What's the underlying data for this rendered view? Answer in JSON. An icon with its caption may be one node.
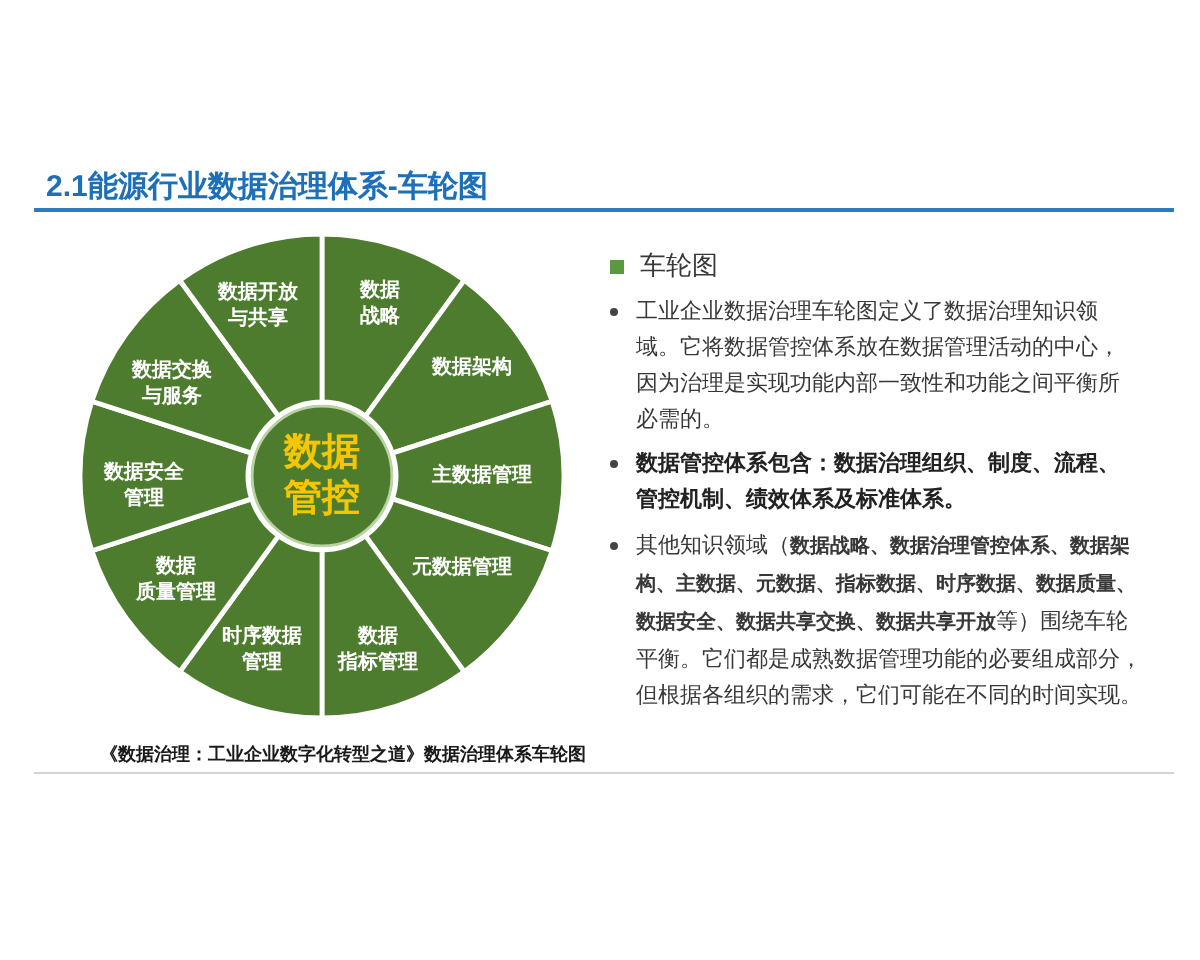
{
  "diagram": {
    "title": "2.1能源行业数据治理体系-车轮图",
    "caption": "《数据治理：工业企业数字化转型之道》数据治理体系车轮图",
    "nodes": [
      {
        "text": [
          "数据管控"
        ]
      },
      {
        "text": [
          "数据战略"
        ]
      },
      {
        "text": [
          "数据架构"
        ]
      },
      {
        "text": [
          "主数据管理"
        ]
      },
      {
        "text": [
          "元数据管理"
        ]
      },
      {
        "text": [
          "数据指标管理"
        ]
      },
      {
        "text": [
          "时序数据管理"
        ]
      },
      {
        "text": [
          "数据质量管理"
        ]
      },
      {
        "text": [
          "数据安全管理"
        ]
      },
      {
        "text": [
          "数据交换与服务"
        ]
      },
      {
        "text": [
          "数据开放与共享"
        ]
      }
    ],
    "labels": [
      "车轮图",
      "工业企业数据治理车轮图定义了数据治理知识领域。它将数据管控体系放在数据管理活动的中心，因为治理是实现功能内部一致性和功能之间平衡所必需的。",
      "数据管控体系包含：数据治理组织、制度、流程、管控机制、绩效体系及标准体系。",
      "其他知识领域（**数据战略、数据治理管控体系、数据架构、主数据、元数据、指标数据、时序数据、数据质量、数据安全、数据共享交换、数据共享开放**等）围绕车轮平衡。它们都是成熟数据管理功能的必要组成部分，但根据各组织的需求，它们可能在不同的时间实现。"
    ]
  }
}
